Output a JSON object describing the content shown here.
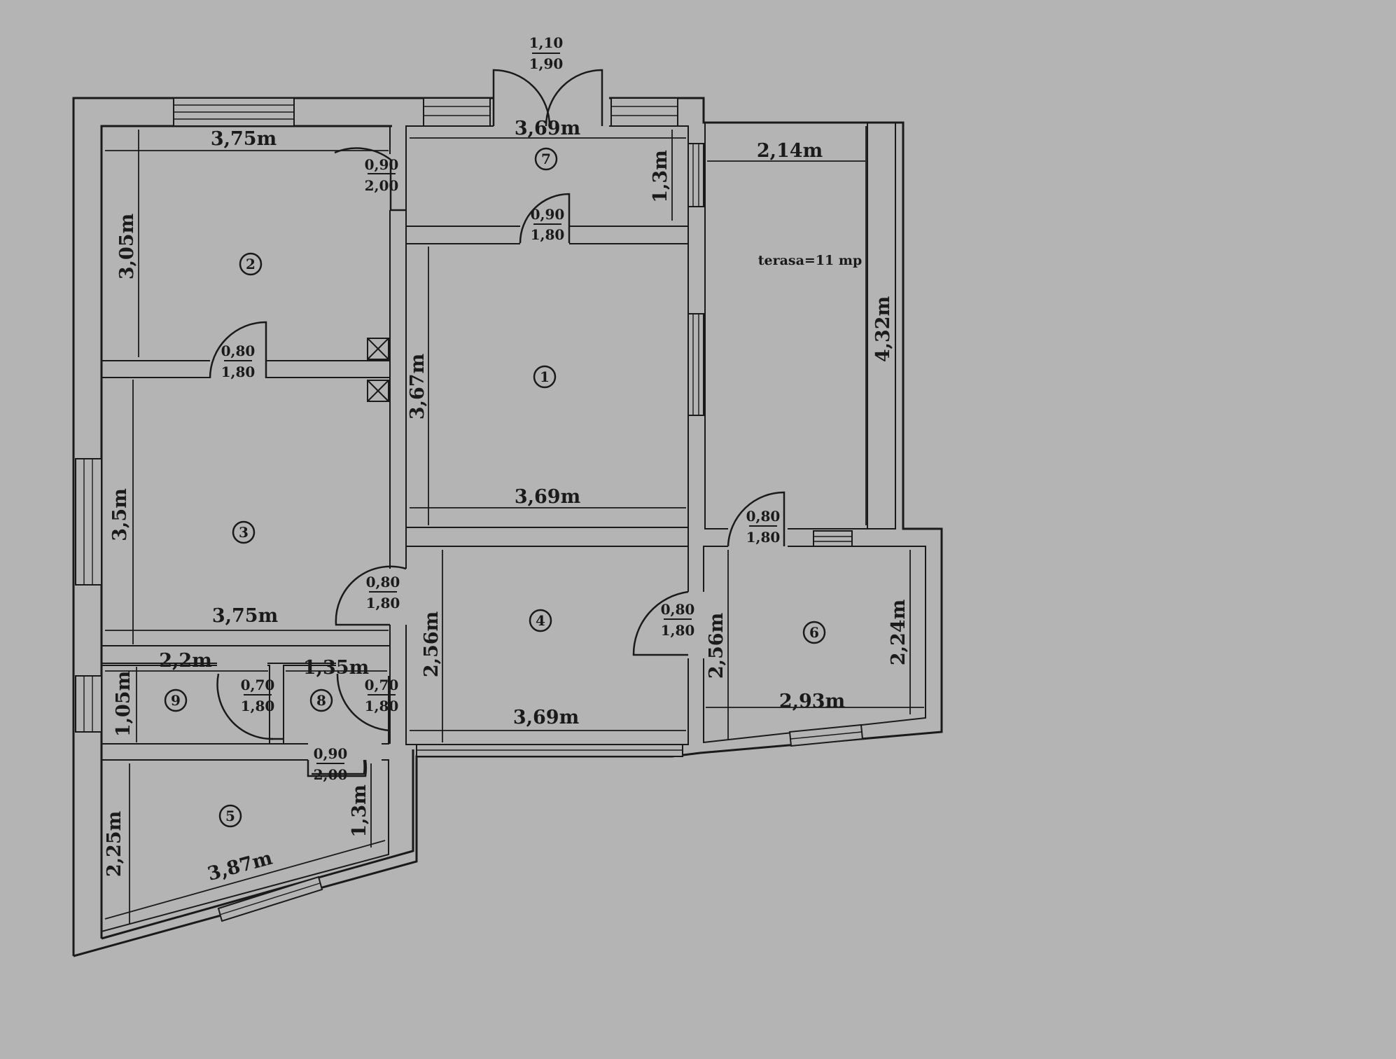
{
  "rooms": [
    {
      "num": "1"
    },
    {
      "num": "2"
    },
    {
      "num": "3"
    },
    {
      "num": "4"
    },
    {
      "num": "5"
    },
    {
      "num": "6"
    },
    {
      "num": "7"
    },
    {
      "num": "8"
    },
    {
      "num": "9"
    }
  ],
  "dimensions": {
    "r2_width": "3,75m",
    "r2_height": "3,05m",
    "r7_width": "3,69m",
    "r7_height": "1,3m",
    "terrace_width": "2,14m",
    "terrace_height": "4,32m",
    "terrace_area": "terasa=11 mp",
    "r1_height": "3,67m",
    "r1_width": "3,69m",
    "r3_height": "3,5m",
    "r3_width": "3,75m",
    "r4_height": "2,56m",
    "r4_width": "3,69m",
    "r6_left": "2,56m",
    "r6_right": "2,24m",
    "r6_width": "2,93m",
    "r9_width": "2,2m",
    "r9_height": "1,05m",
    "r8_width": "1,35m",
    "r5_height": "2,25m",
    "r5_right": "1,3m",
    "r5_width": "3,87m"
  },
  "doors": {
    "entrance": {
      "w": "1,10",
      "h": "1,90"
    },
    "d2_7": {
      "w": "0,90",
      "h": "2,00"
    },
    "d7_1": {
      "w": "0,90",
      "h": "1,80"
    },
    "d2_3": {
      "w": "0,80",
      "h": "1,80"
    },
    "d_terrace": {
      "w": "0,80",
      "h": "1,80"
    },
    "d3": {
      "w": "0,80",
      "h": "1,80"
    },
    "d4_6": {
      "w": "0,80",
      "h": "1,80"
    },
    "d9": {
      "w": "0,70",
      "h": "1,80"
    },
    "d8": {
      "w": "0,70",
      "h": "1,80"
    },
    "d5": {
      "w": "0,90",
      "h": "2,00"
    }
  }
}
